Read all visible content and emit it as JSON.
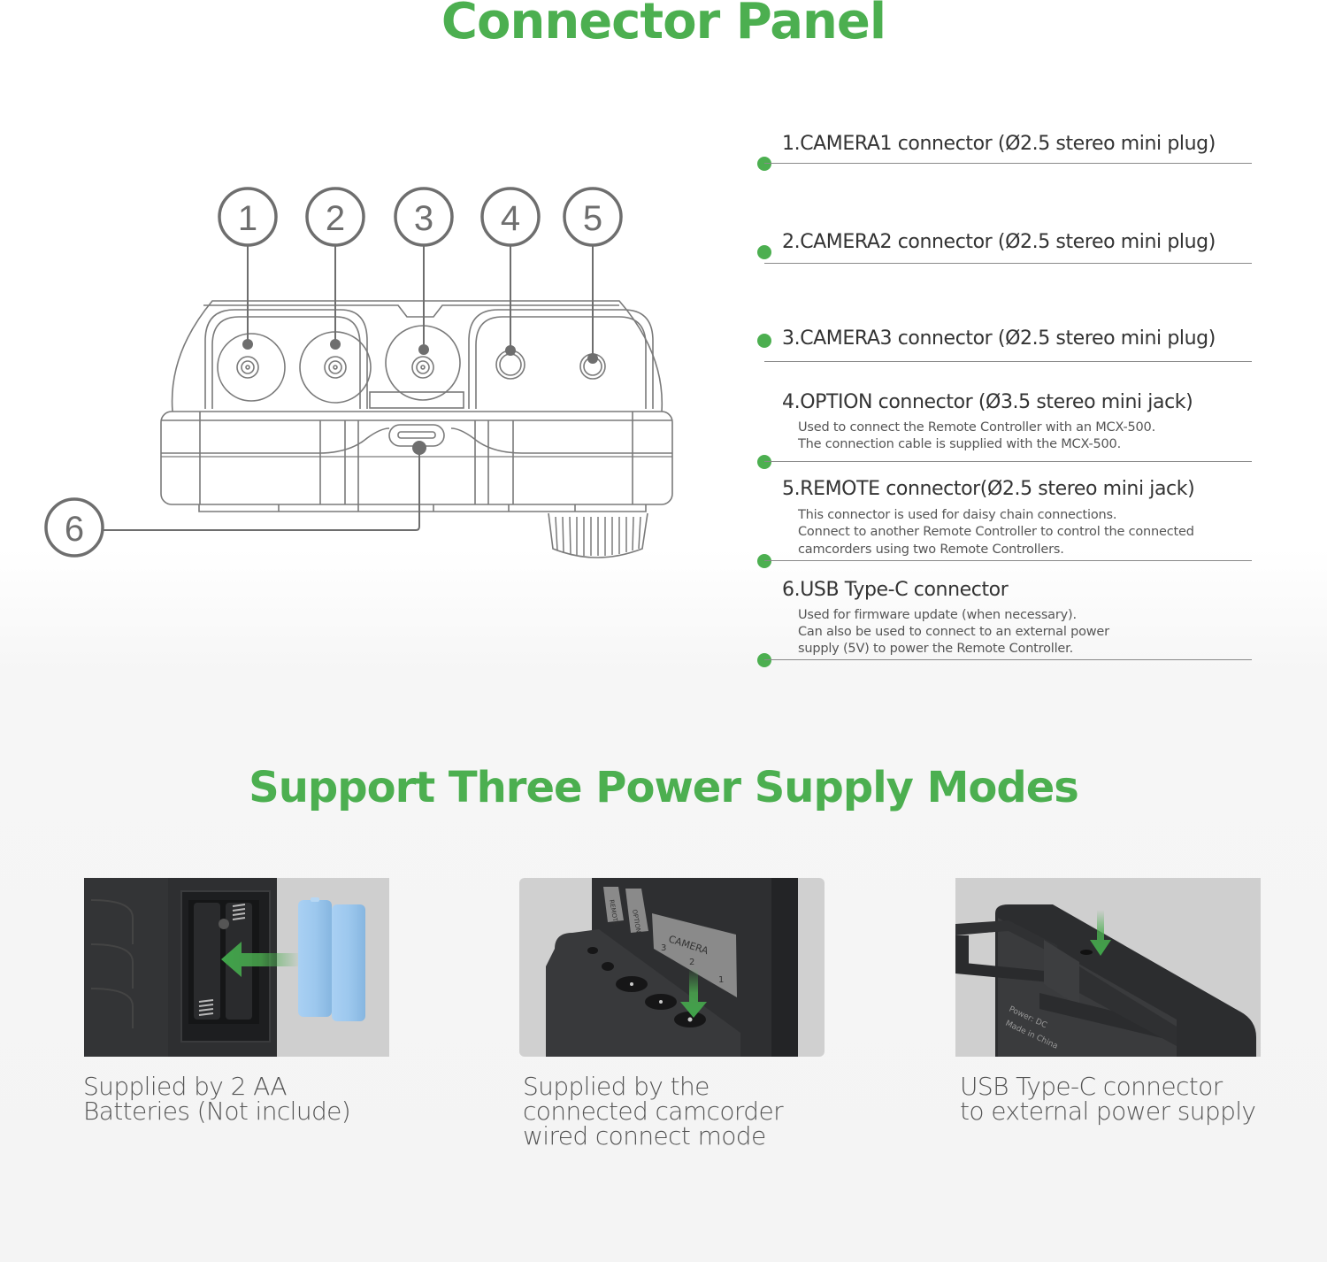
{
  "titles": {
    "main": "Connector Panel",
    "power": "Support Three Power Supply Modes"
  },
  "colors": {
    "accent_green": "#4caf50",
    "text_dark": "#333333",
    "text_muted": "#555555",
    "callout_gray": "#6e6e6e",
    "battery_blue": "#9dc8ee",
    "device_dark": "#2e2f31",
    "photo_bg": "#cfcfcf"
  },
  "diagram": {
    "callouts": [
      "1",
      "2",
      "3",
      "4",
      "5",
      "6"
    ]
  },
  "connectors": [
    {
      "number": "1",
      "title": "1.CAMERA1 connector (Ø2.5 stereo mini plug)",
      "desc": []
    },
    {
      "number": "2",
      "title": "2.CAMERA2 connector (Ø2.5 stereo mini plug)",
      "desc": []
    },
    {
      "number": "3",
      "title": "3.CAMERA3 connector (Ø2.5 stereo mini plug)",
      "desc": []
    },
    {
      "number": "4",
      "title": "4.OPTION connector (Ø3.5 stereo mini jack)",
      "desc": [
        "Used to connect the Remote Controller with an MCX-500.",
        "The connection cable is supplied with the MCX-500."
      ]
    },
    {
      "number": "5",
      "title": "5.REMOTE connector(Ø2.5 stereo mini jack)",
      "desc": [
        "This connector is used for daisy chain connections.",
        "Connect to another Remote Controller to control the connected",
        "camcorders using two Remote Controllers."
      ]
    },
    {
      "number": "6",
      "title": "6.USB Type-C connector",
      "desc": [
        "Used for firmware update (when necessary).",
        "Can also be used to connect to an external power",
        "supply (5V) to power the Remote Controller."
      ]
    }
  ],
  "power_modes": [
    {
      "caption": "Supplied by 2 AA\nBatteries (Not include)",
      "icon": "battery-insert-photo"
    },
    {
      "caption": "Supplied by the\nconnected camcorder\nwired connect mode",
      "icon": "camera-port-photo",
      "label_panel": {
        "remote": "REMOTE",
        "option": "OPTION",
        "camera": "CAMERA",
        "ports": [
          "3",
          "2",
          "1"
        ]
      }
    },
    {
      "caption": "USB Type-C connector\nto external power supply",
      "icon": "usb-c-photo",
      "label_panel": {
        "lines": [
          "Power: DC",
          "Made in China"
        ]
      }
    }
  ]
}
